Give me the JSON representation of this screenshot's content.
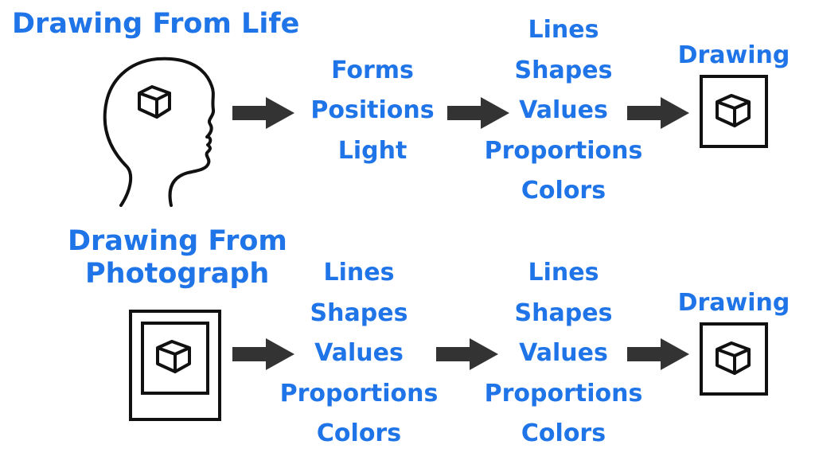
{
  "colors": {
    "text": "#1f74e8",
    "line": "#111111",
    "arrow": "#333333"
  },
  "life": {
    "title": "Drawing From Life",
    "perceive": [
      "Forms",
      "Positions",
      "Light"
    ],
    "translate": [
      "Lines",
      "Shapes",
      "Values",
      "Proportions",
      "Colors"
    ],
    "result_label": "Drawing"
  },
  "photo": {
    "title_line1": "Drawing From",
    "title_line2": "Photograph",
    "perceive": [
      "Lines",
      "Shapes",
      "Values",
      "Proportions",
      "Colors"
    ],
    "translate": [
      "Lines",
      "Shapes",
      "Values",
      "Proportions",
      "Colors"
    ],
    "result_label": "Drawing"
  },
  "icons": {
    "head": "head-profile-icon",
    "cube": "cube-icon",
    "photo": "photograph-frame-icon",
    "drawing": "drawing-frame-icon",
    "arrow": "right-arrow-icon"
  }
}
